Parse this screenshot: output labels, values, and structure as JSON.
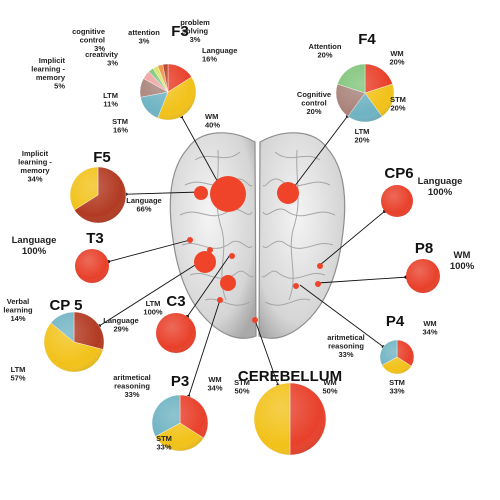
{
  "colors": {
    "red": "#e8402a",
    "yellow": "#f2c21a",
    "teal": "#6fb3c2",
    "brown": "#a9837a",
    "green": "#7fc479",
    "darkred": "#b23a22",
    "orange": "#f08a3a",
    "pink": "#f0a0a0",
    "lime": "#d7e35b",
    "region_dot": "#f0442a",
    "brain_fill": "#d9d9d9",
    "brain_stroke": "#9a9a9a"
  },
  "brain_icon": "brain-top-view",
  "regions": [
    {
      "id": "f3",
      "name": "F3",
      "slices": [
        {
          "label": "Language",
          "pct": "16%",
          "value": 16,
          "color": "red"
        },
        {
          "label": "WM",
          "pct": "40%",
          "value": 40,
          "color": "yellow"
        },
        {
          "label": "STM",
          "pct": "16%",
          "value": 16,
          "color": "teal"
        },
        {
          "label": "LTM",
          "pct": "11%",
          "value": 11,
          "color": "brown"
        },
        {
          "label": "Implicit learning - memory",
          "pct": "5%",
          "value": 5,
          "color": "pink"
        },
        {
          "label": "creativity",
          "pct": "3%",
          "value": 3,
          "color": "green"
        },
        {
          "label": "cognitive control",
          "pct": "3%",
          "value": 3,
          "color": "lime"
        },
        {
          "label": "attention",
          "pct": "3%",
          "value": 3,
          "color": "orange"
        },
        {
          "label": "problem solving",
          "pct": "3%",
          "value": 3,
          "color": "darkred"
        }
      ]
    },
    {
      "id": "f4",
      "name": "F4",
      "slices": [
        {
          "label": "WM",
          "pct": "20%",
          "value": 20,
          "color": "red"
        },
        {
          "label": "STM",
          "pct": "20%",
          "value": 20,
          "color": "yellow"
        },
        {
          "label": "LTM",
          "pct": "20%",
          "value": 20,
          "color": "teal"
        },
        {
          "label": "Cognitive control",
          "pct": "20%",
          "value": 20,
          "color": "brown"
        },
        {
          "label": "Attention",
          "pct": "20%",
          "value": 20,
          "color": "green"
        }
      ]
    },
    {
      "id": "f5",
      "name": "F5",
      "slices": [
        {
          "label": "Language",
          "pct": "66%",
          "value": 66,
          "color": "darkred"
        },
        {
          "label": "Implicit learning - memory",
          "pct": "34%",
          "value": 34,
          "color": "yellow"
        }
      ]
    },
    {
      "id": "cp6",
      "name": "CP6",
      "slices": [
        {
          "label": "Language",
          "pct": "100%",
          "value": 100,
          "color": "red"
        }
      ]
    },
    {
      "id": "t3",
      "name": "T3",
      "slices": [
        {
          "label": "Language",
          "pct": "100%",
          "value": 100,
          "color": "red"
        }
      ]
    },
    {
      "id": "p8",
      "name": "P8",
      "slices": [
        {
          "label": "WM",
          "pct": "100%",
          "value": 100,
          "color": "red"
        }
      ]
    },
    {
      "id": "cp5",
      "name": "CP 5",
      "slices": [
        {
          "label": "Language",
          "pct": "29%",
          "value": 29,
          "color": "darkred"
        },
        {
          "label": "LTM",
          "pct": "57%",
          "value": 57,
          "color": "yellow"
        },
        {
          "label": "Verbal learning",
          "pct": "14%",
          "value": 14,
          "color": "teal"
        }
      ]
    },
    {
      "id": "c3",
      "name": "C3",
      "slices": [
        {
          "label": "LTM",
          "pct": "100%",
          "value": 100,
          "color": "red"
        }
      ]
    },
    {
      "id": "p4",
      "name": "P4",
      "slices": [
        {
          "label": "WM",
          "pct": "34%",
          "value": 34,
          "color": "red"
        },
        {
          "label": "STM",
          "pct": "33%",
          "value": 33,
          "color": "yellow"
        },
        {
          "label": "aritmetical reasoning",
          "pct": "33%",
          "value": 33,
          "color": "teal"
        }
      ]
    },
    {
      "id": "p3",
      "name": "P3",
      "slices": [
        {
          "label": "WM",
          "pct": "34%",
          "value": 34,
          "color": "red"
        },
        {
          "label": "STM",
          "pct": "33%",
          "value": 33,
          "color": "yellow"
        },
        {
          "label": "aritmetical reasoning",
          "pct": "33%",
          "value": 33,
          "color": "teal"
        }
      ]
    },
    {
      "id": "cerebellum",
      "name": "CEREBELLUM",
      "slices": [
        {
          "label": "WM",
          "pct": "50%",
          "value": 50,
          "color": "red"
        },
        {
          "label": "STM",
          "pct": "50%",
          "value": 50,
          "color": "yellow"
        }
      ]
    }
  ]
}
